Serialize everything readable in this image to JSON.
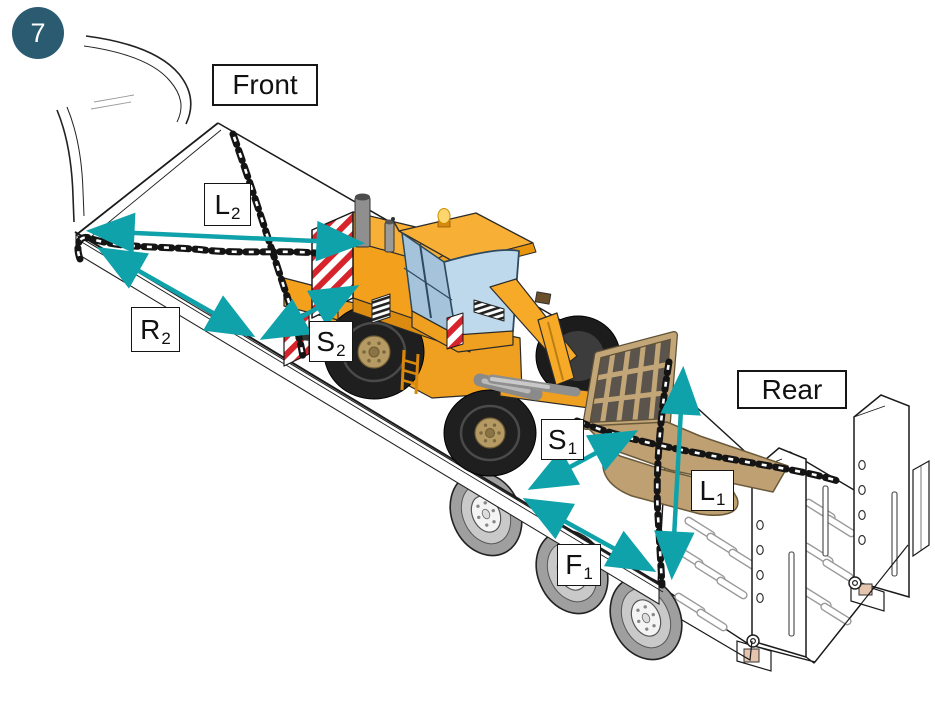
{
  "figure": {
    "badge_number": "7"
  },
  "orientation": {
    "front_label": "Front",
    "rear_label": "Rear"
  },
  "tiedown_labels": {
    "l2": {
      "base": "L",
      "sub": "2"
    },
    "r2": {
      "base": "R",
      "sub": "2"
    },
    "s2": {
      "base": "S",
      "sub": "2"
    },
    "s1": {
      "base": "S",
      "sub": "1"
    },
    "l1": {
      "base": "L",
      "sub": "1"
    },
    "f1": {
      "base": "F",
      "sub": "1"
    }
  },
  "colors": {
    "arrow_teal": "#10A2AA",
    "badge_background": "#2A5B70",
    "hazard_red": "#D7232B",
    "loader_yellow": "#F7A928",
    "fork_tan": "#BEA073",
    "tire_black": "#1F1F1F",
    "trailer_wheel_gray": "#9F9F9F"
  }
}
